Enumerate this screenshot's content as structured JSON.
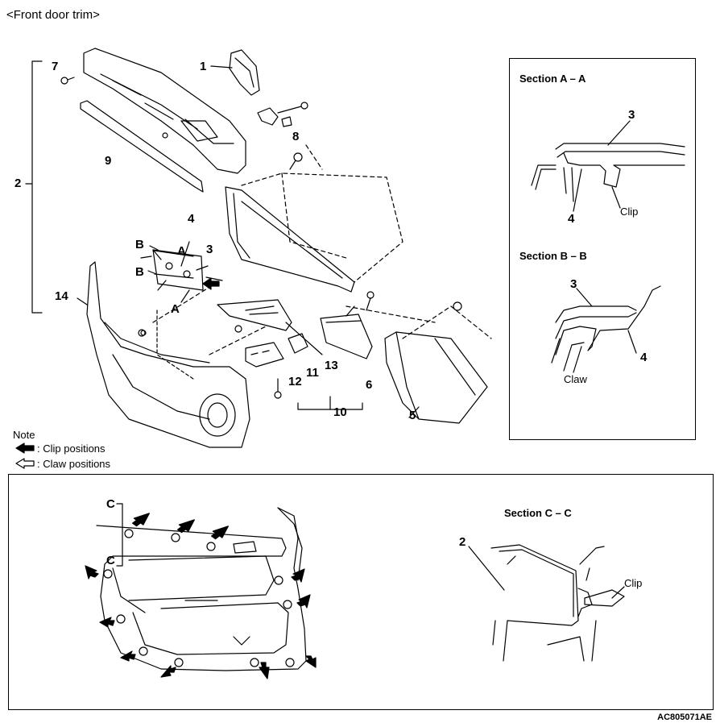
{
  "title": "<Front door trim>",
  "callouts": {
    "c1": "1",
    "c2": "2",
    "c3": "3",
    "c4": "4",
    "c5": "5",
    "c6": "6",
    "c7": "7",
    "c8": "8",
    "c9": "9",
    "c10": "10",
    "c11": "11",
    "c12": "12",
    "c13": "13",
    "c14": "14"
  },
  "section_markers": {
    "a1": "A",
    "a2": "A",
    "b1": "B",
    "b2": "B",
    "c1": "C",
    "c2": "C"
  },
  "note": {
    "heading": "Note",
    "clip": ": Clip positions",
    "claw": ": Claw positions"
  },
  "section_aa": {
    "title": "Section A – A",
    "label_3": "3",
    "label_4": "4",
    "clip": "Clip"
  },
  "section_bb": {
    "title": "Section B – B",
    "label_3": "3",
    "label_4": "4",
    "claw": "Claw"
  },
  "section_cc": {
    "title": "Section C – C",
    "label_2": "2",
    "clip": "Clip"
  },
  "figure_code": "AC805071AE"
}
